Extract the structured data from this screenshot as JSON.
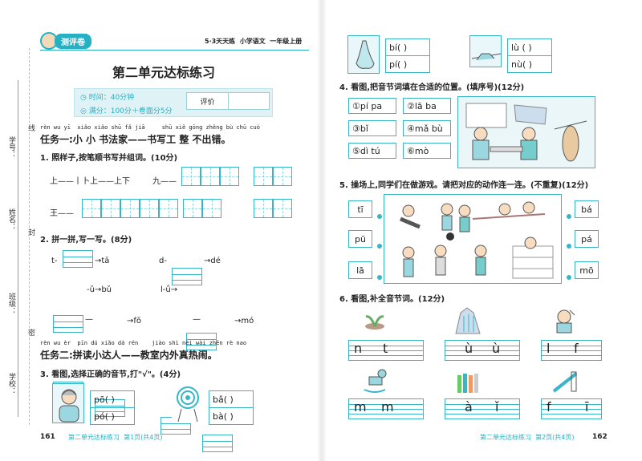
{
  "header": {
    "badge": "测评卷",
    "series": "5·3天天练  小学语文  一年级上册"
  },
  "page_title": "第二单元达标练习",
  "info": {
    "time": "时间：40分钟",
    "score": "满分：100分＋卷面分5分",
    "eval_label": "评价"
  },
  "side_labels": {
    "xuehao": "学号：",
    "xingming": "姓名：",
    "banji": "班级：",
    "xuexiao": "学校：",
    "xian": "线",
    "feng": "封",
    "mi": "密"
  },
  "task1": {
    "pinyin": "rèn wu yī  xiǎo xiǎo shū fǎ jiā     shū xiě gōng zhěng bù chū cuò",
    "text": "任务一:小 小 书法家——书写工 整 不出错。"
  },
  "q1": {
    "title": "1. 照样子,按笔顺书写并组词。(10分)",
    "example": "上——丨卜上——上下",
    "char_jiu": "九——",
    "char_wang": "王——"
  },
  "q2": {
    "title": "2. 拼一拼,写一写。(8分)",
    "items": [
      "t-",
      "→tā",
      "d-",
      "→dé",
      "-ǔ→bǔ",
      "l-ǘ→",
      "→fō",
      "→mó"
    ]
  },
  "task2": {
    "pinyin": "rèn wu èr  pīn dú xiǎo dá rén    jiào shì nèi wài zhēn rè nao",
    "text": "任务二:拼读小达人——教室内外真热闹。"
  },
  "q3": {
    "title": "3. 看图,选择正确的音节,打\"√\"。(4分)",
    "opts": [
      "pō(    )",
      "pó(    )",
      "bǎ(    )",
      "bà(    )"
    ]
  },
  "footer_left": {
    "page": "161",
    "text": "第二单元达标练习  第1页(共4页)"
  },
  "right_top": {
    "opts": [
      "bí(    )",
      "pí(    )",
      "lù (    )",
      "nù(    )"
    ]
  },
  "q4": {
    "title": "4. 看图,把音节词填在合适的位置。(填序号)(12分)",
    "items": [
      "①pí pa",
      "②lā ba",
      "③bǐ",
      "④mǎ bù",
      "⑤dì tú",
      "⑥mò"
    ]
  },
  "q5": {
    "title": "5. 操场上,同学们在做游戏。请把对应的动作连一连。(不重复)(12分)",
    "left": [
      "tī",
      "pū",
      "lā"
    ],
    "right": [
      "bá",
      "pá",
      "mō"
    ]
  },
  "q6": {
    "title": "6. 看图,补全音节词。(12分)",
    "rows": [
      [
        [
          "n",
          "t"
        ],
        [
          "ù",
          "ù"
        ],
        [
          "l",
          "f"
        ]
      ],
      [
        [
          "m",
          "m"
        ],
        [
          "à",
          "ǐ"
        ],
        [
          "f",
          "ī"
        ]
      ]
    ]
  },
  "footer_right": {
    "page": "162",
    "text": "第二单元达标练习  第2页(共4页)"
  }
}
